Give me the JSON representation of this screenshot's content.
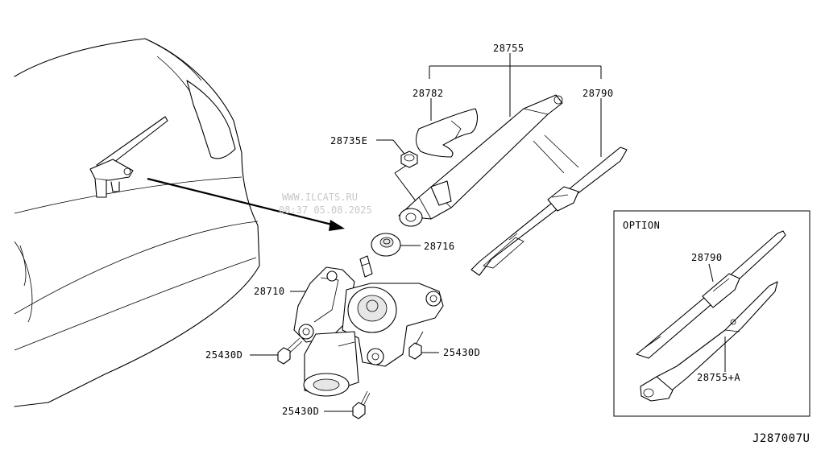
{
  "diagram": {
    "watermark": {
      "site": "WWW.ILCATS.RU",
      "timestamp": "08:37 05.08.2025"
    },
    "parts": {
      "p28755": "28755",
      "p28782": "28782",
      "p28790": "28790",
      "p28735E": "28735E",
      "p28716": "28716",
      "p28710": "28710",
      "p25430D_left": "25430D",
      "p25430D_right": "25430D",
      "p25430D_bottom": "25430D"
    },
    "option_box": {
      "title": "OPTION",
      "p28790": "28790",
      "p28755A": "28755+A"
    },
    "diagram_code": "J287007U"
  }
}
